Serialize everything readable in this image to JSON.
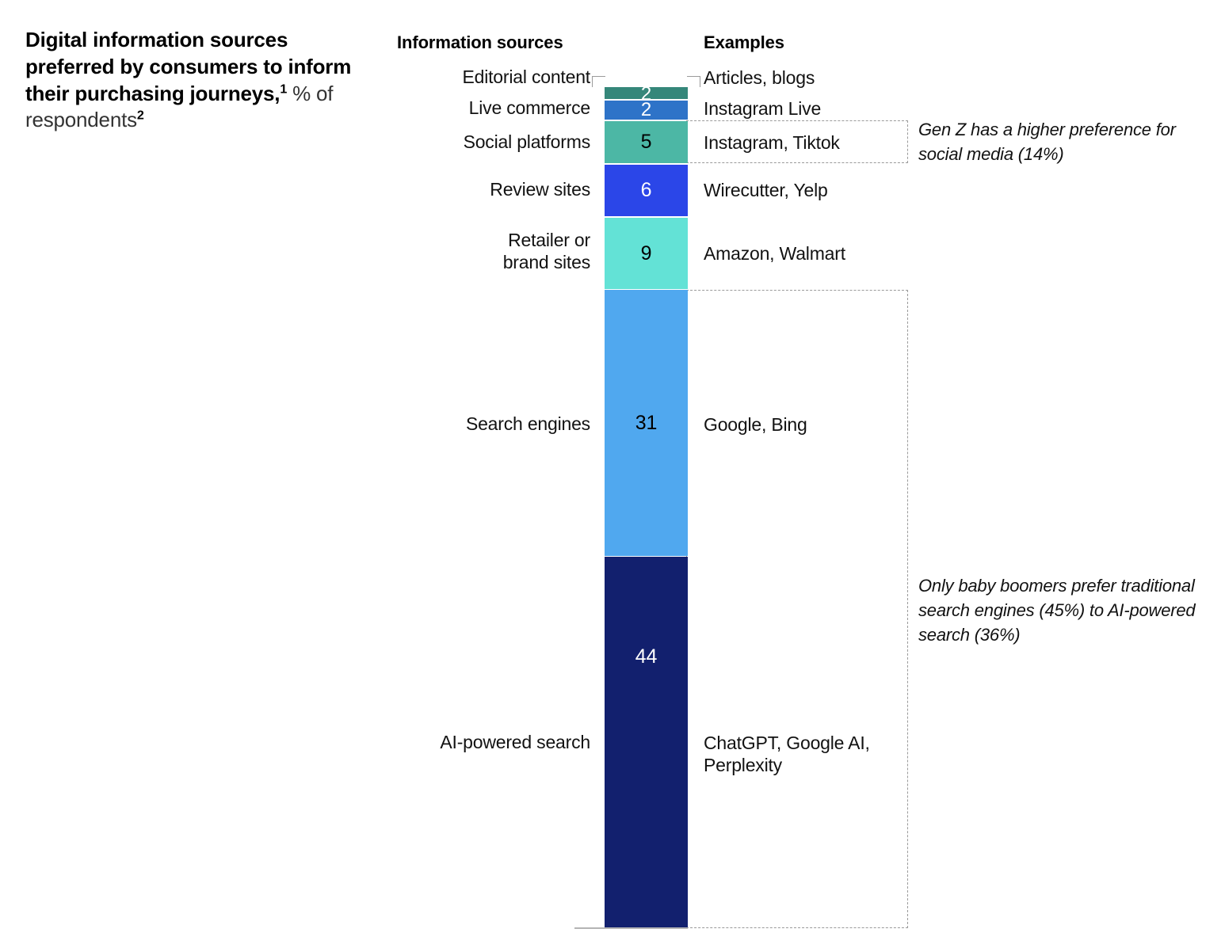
{
  "title": {
    "bold_lines": "Digital information sources preferred by consumers to inform their purchasing journeys,",
    "footnote_1": "1",
    "normal_part": " % of respondents",
    "footnote_2": "2",
    "full": "Digital information sources preferred by consumers to inform their purchasing journeys,1 % of respondents2"
  },
  "headers": {
    "sources": "Information sources",
    "examples": "Examples"
  },
  "chart_data": {
    "type": "bar",
    "orientation": "vertical-stacked",
    "title": "Digital information sources preferred by consumers to inform their purchasing journeys, % of respondents",
    "xlabel": "",
    "ylabel": "% of respondents",
    "ylim": [
      0,
      99
    ],
    "grid": false,
    "legend": "none",
    "unit": "%",
    "total": 99,
    "categories": [
      "Editorial content",
      "Live commerce",
      "Social platforms",
      "Review sites",
      "Retailer or brand sites",
      "Search engines",
      "AI-powered search"
    ],
    "values": [
      2,
      2,
      5,
      6,
      9,
      31,
      44
    ],
    "examples": [
      "Articles, blogs",
      "Instagram Live",
      "Instagram, Tiktok",
      "Wirecutter, Yelp",
      "Amazon, Walmart",
      "Google, Bing",
      "ChatGPT, Google AI, Perplexity"
    ],
    "colors": [
      "#35877a",
      "#2e73c8",
      "#4cb7a5",
      "#2b46e8",
      "#63e2d6",
      "#50a8ef",
      "#12206e"
    ],
    "value_label_colors": [
      "#ffffff",
      "#ffffff",
      "#000000",
      "#ffffff",
      "#000000",
      "#000000",
      "#ffffff"
    ],
    "annotations": [
      "Gen Z has a higher preference for social media (14%)",
      "Only baby boomers prefer traditional search engines (45%) to AI-powered search (36%)"
    ]
  },
  "segments": [
    {
      "label": "Editorial content",
      "value": "2",
      "example": "Articles, blogs"
    },
    {
      "label": "Live commerce",
      "value": "2",
      "example": "Instagram Live"
    },
    {
      "label": "Social platforms",
      "value": "5",
      "example": "Instagram, Tiktok"
    },
    {
      "label": "Review sites",
      "value": "6",
      "example": "Wirecutter, Yelp"
    },
    {
      "label": "Retailer or\nbrand sites",
      "value": "9",
      "example": "Amazon, Walmart"
    },
    {
      "label": "Search engines",
      "value": "31",
      "example": "Google, Bing"
    },
    {
      "label": "AI-powered search",
      "value": "44",
      "example": "ChatGPT, Google AI, Perplexity"
    }
  ],
  "annotations": {
    "gen_z": "Gen Z has a higher preference for social media (14%)",
    "baby_boomers": "Only baby boomers prefer traditional search engines (45%) to AI-powered search (36%)"
  }
}
